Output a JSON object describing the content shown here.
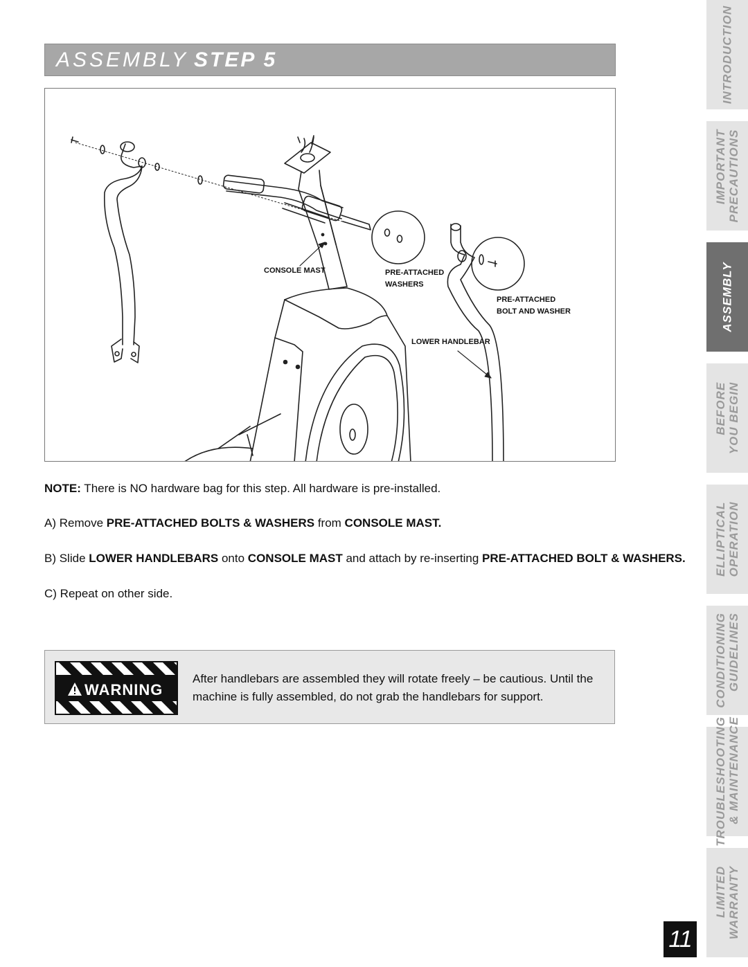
{
  "header": {
    "title_light": "ASSEMBLY",
    "title_bold": "STEP 5"
  },
  "figure": {
    "labels": {
      "console_mast": "CONSOLE MAST",
      "pre_attached_washers_1": "PRE-ATTACHED",
      "pre_attached_washers_2": "WASHERS",
      "pre_attached_bolt_1": "PRE-ATTACHED",
      "pre_attached_bolt_2": "BOLT AND WASHER",
      "lower_handlebar": "LOWER HANDLEBAR"
    }
  },
  "note": {
    "label": "NOTE:",
    "text": " There is NO hardware bag for this step. All hardware is pre-installed."
  },
  "step_a": {
    "prefix": "A) Remove ",
    "b1": "PRE-ATTACHED BOLTS & WASHERS",
    "mid": " from ",
    "b2": "CONSOLE MAST."
  },
  "step_b": {
    "prefix": "B) Slide ",
    "b1": "LOWER HANDLEBARS",
    "mid1": " onto ",
    "b2": "CONSOLE MAST",
    "mid2": " and attach by re-inserting ",
    "b3": "PRE-ATTACHED BOLT & WASHERS."
  },
  "step_c": {
    "text": "C) Repeat on other side."
  },
  "warning": {
    "badge": "WARNING",
    "text": "After handlebars are assembled they will rotate freely – be cautious. Until the machine is fully assembled, do not grab the handlebars for support."
  },
  "side_tabs": [
    {
      "label": "INTRODUCTION",
      "active": false
    },
    {
      "label": "IMPORTANT\nPRECAUTIONS",
      "active": false
    },
    {
      "label": "ASSEMBLY",
      "active": true
    },
    {
      "label": "BEFORE\nYOU BEGIN",
      "active": false
    },
    {
      "label": "ELLIPTICAL\nOPERATION",
      "active": false
    },
    {
      "label": "CONDITIONING\nGUIDELINES",
      "active": false
    },
    {
      "label": "TROUBLESHOOTING\n& MAINTENANCE",
      "active": false
    },
    {
      "label": "LIMITED\nWARRANTY",
      "active": false
    }
  ],
  "page_number": "11"
}
